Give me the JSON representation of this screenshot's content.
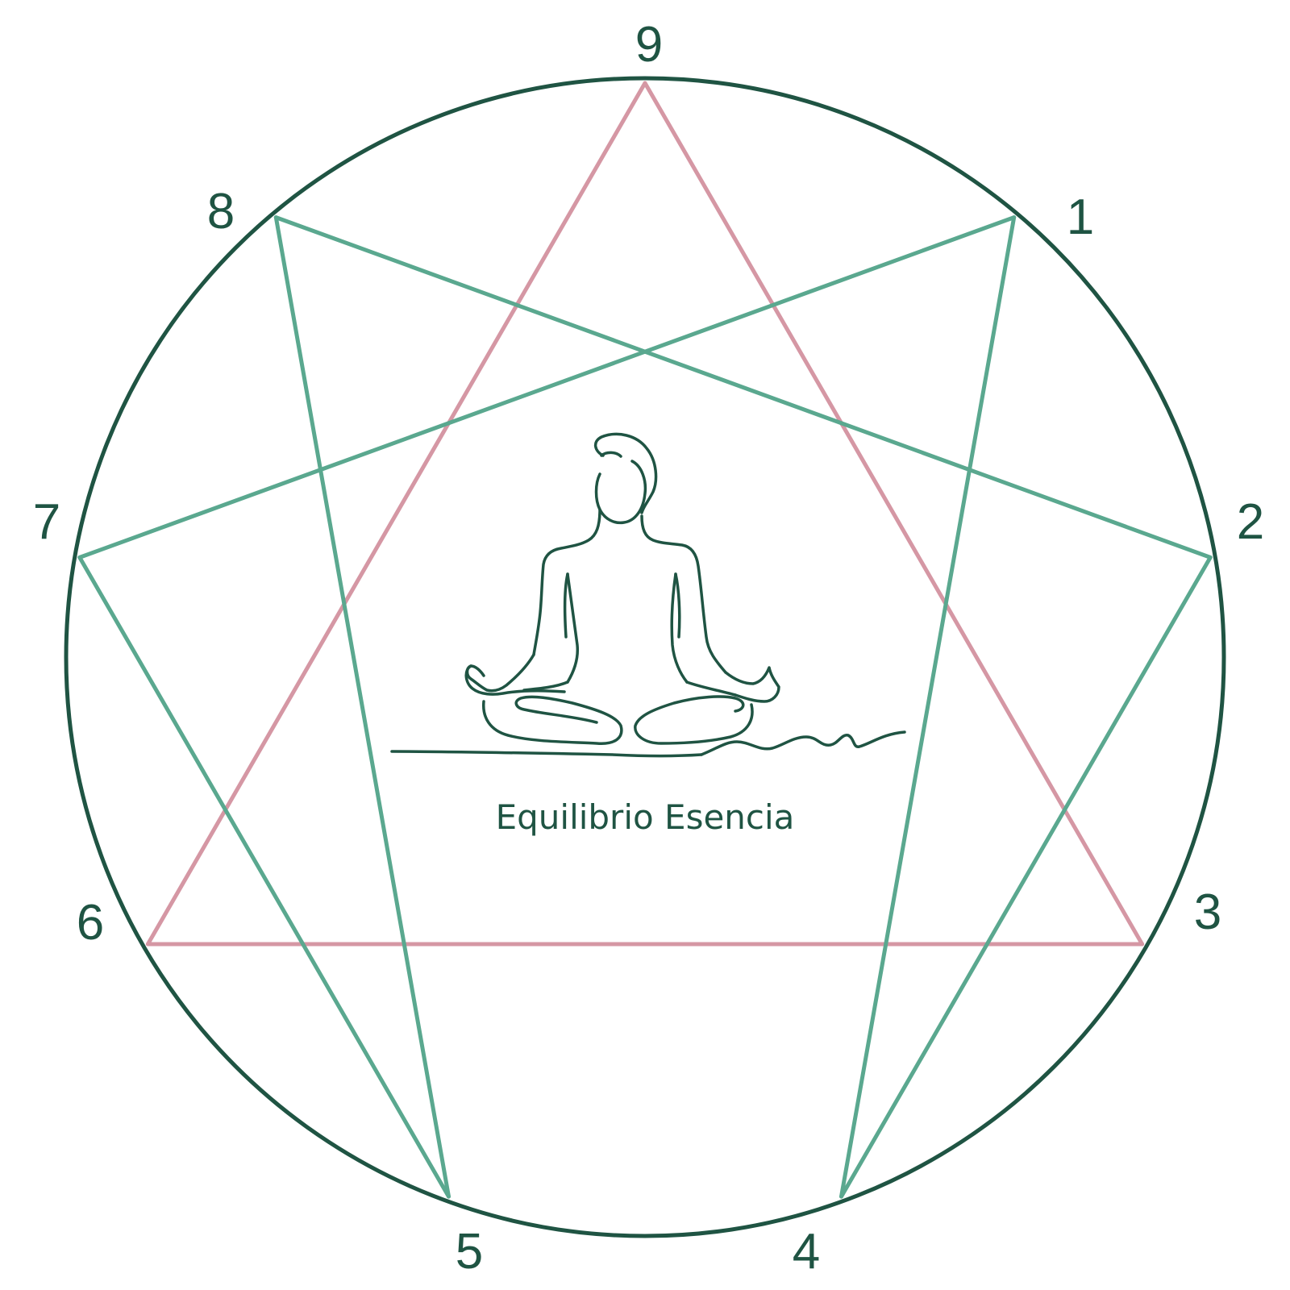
{
  "diagram": {
    "points": [
      {
        "id": "9",
        "label": "9"
      },
      {
        "id": "1",
        "label": "1"
      },
      {
        "id": "2",
        "label": "2"
      },
      {
        "id": "3",
        "label": "3"
      },
      {
        "id": "4",
        "label": "4"
      },
      {
        "id": "5",
        "label": "5"
      },
      {
        "id": "6",
        "label": "6"
      },
      {
        "id": "7",
        "label": "7"
      },
      {
        "id": "8",
        "label": "8"
      }
    ],
    "triangle_edges": [
      [
        "9",
        "3"
      ],
      [
        "3",
        "6"
      ],
      [
        "6",
        "9"
      ]
    ],
    "hexad_edges": [
      [
        "1",
        "4"
      ],
      [
        "4",
        "2"
      ],
      [
        "2",
        "8"
      ],
      [
        "8",
        "5"
      ],
      [
        "5",
        "7"
      ],
      [
        "7",
        "1"
      ]
    ]
  },
  "brand": {
    "name": "Equilibrio Esencia",
    "logo_icon": "meditating-figure-icon"
  },
  "colors": {
    "circle": "#1f5443",
    "triangle": "#d597a4",
    "hexad": "#5aa88f",
    "labels": "#1f5443",
    "figure": "#1f5443",
    "background": "#ffffff"
  }
}
